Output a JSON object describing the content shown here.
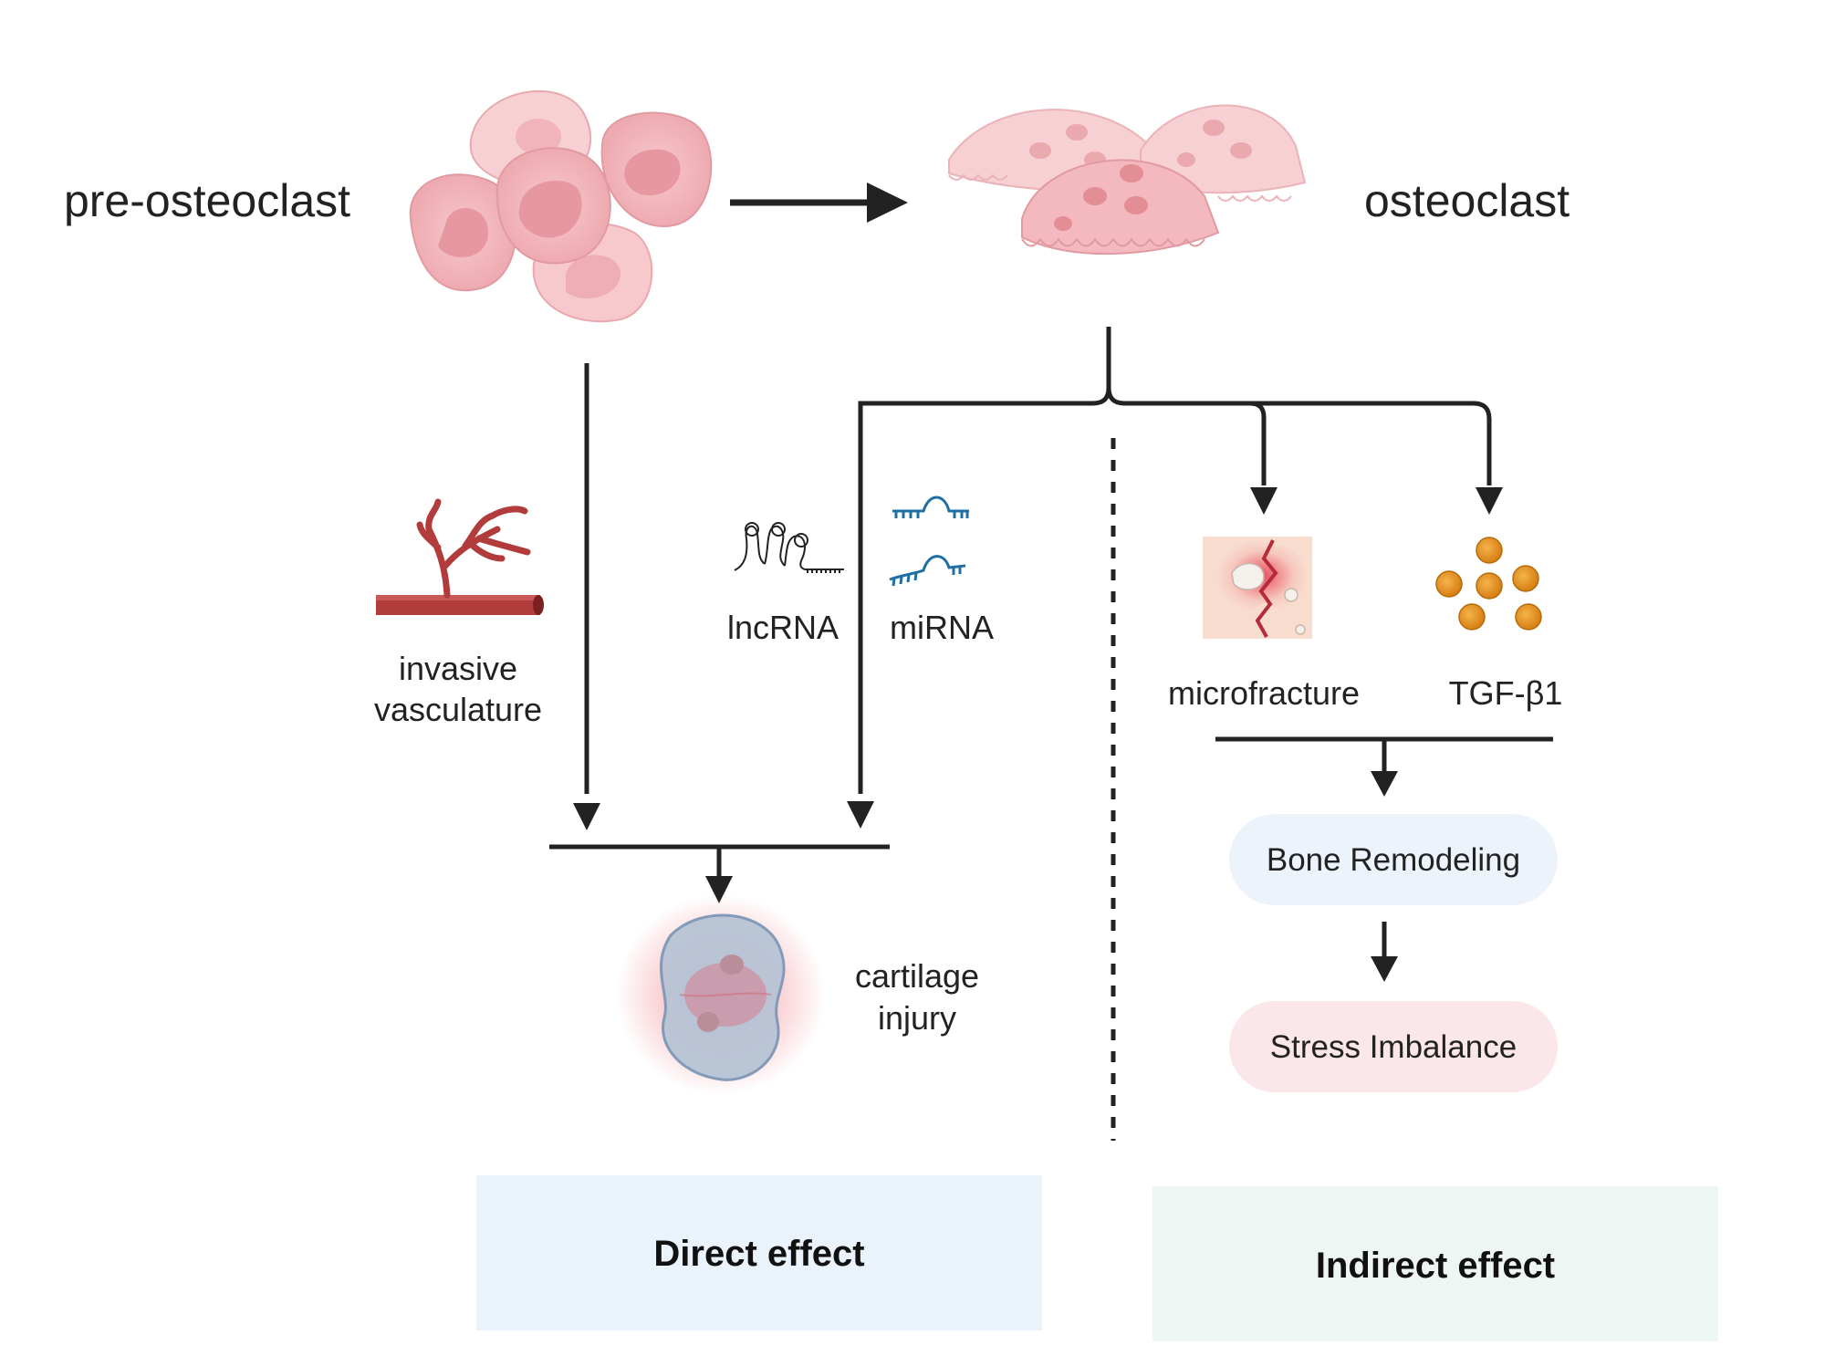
{
  "nodes": {
    "pre_osteoclast": "pre-osteoclast",
    "osteoclast": "osteoclast",
    "invasive_vasculature": [
      "invasive",
      "vasculature"
    ],
    "lncrna": "lncRNA",
    "mirna": "miRNA",
    "microfracture": "microfracture",
    "tgf_b1": "TGF-β1",
    "cartilage_injury": [
      "cartilage",
      "injury"
    ],
    "bone_remodeling": "Bone Remodeling",
    "stress_imbalance": "Stress Imbalance"
  },
  "panels": {
    "direct": "Direct effect",
    "indirect": "Indirect effect"
  },
  "colors": {
    "arrow": "#222222",
    "cell_pink": "#f2b8bd",
    "vessel_red": "#b23b3b",
    "rna_blue": "#1f6fa3",
    "tgf_orange": "#e38d1e",
    "pill_blue": "#edf3fb",
    "pill_pink": "#fbe6ea",
    "direct_box": "#eaf2fb",
    "indirect_box": "#eef6f3"
  }
}
